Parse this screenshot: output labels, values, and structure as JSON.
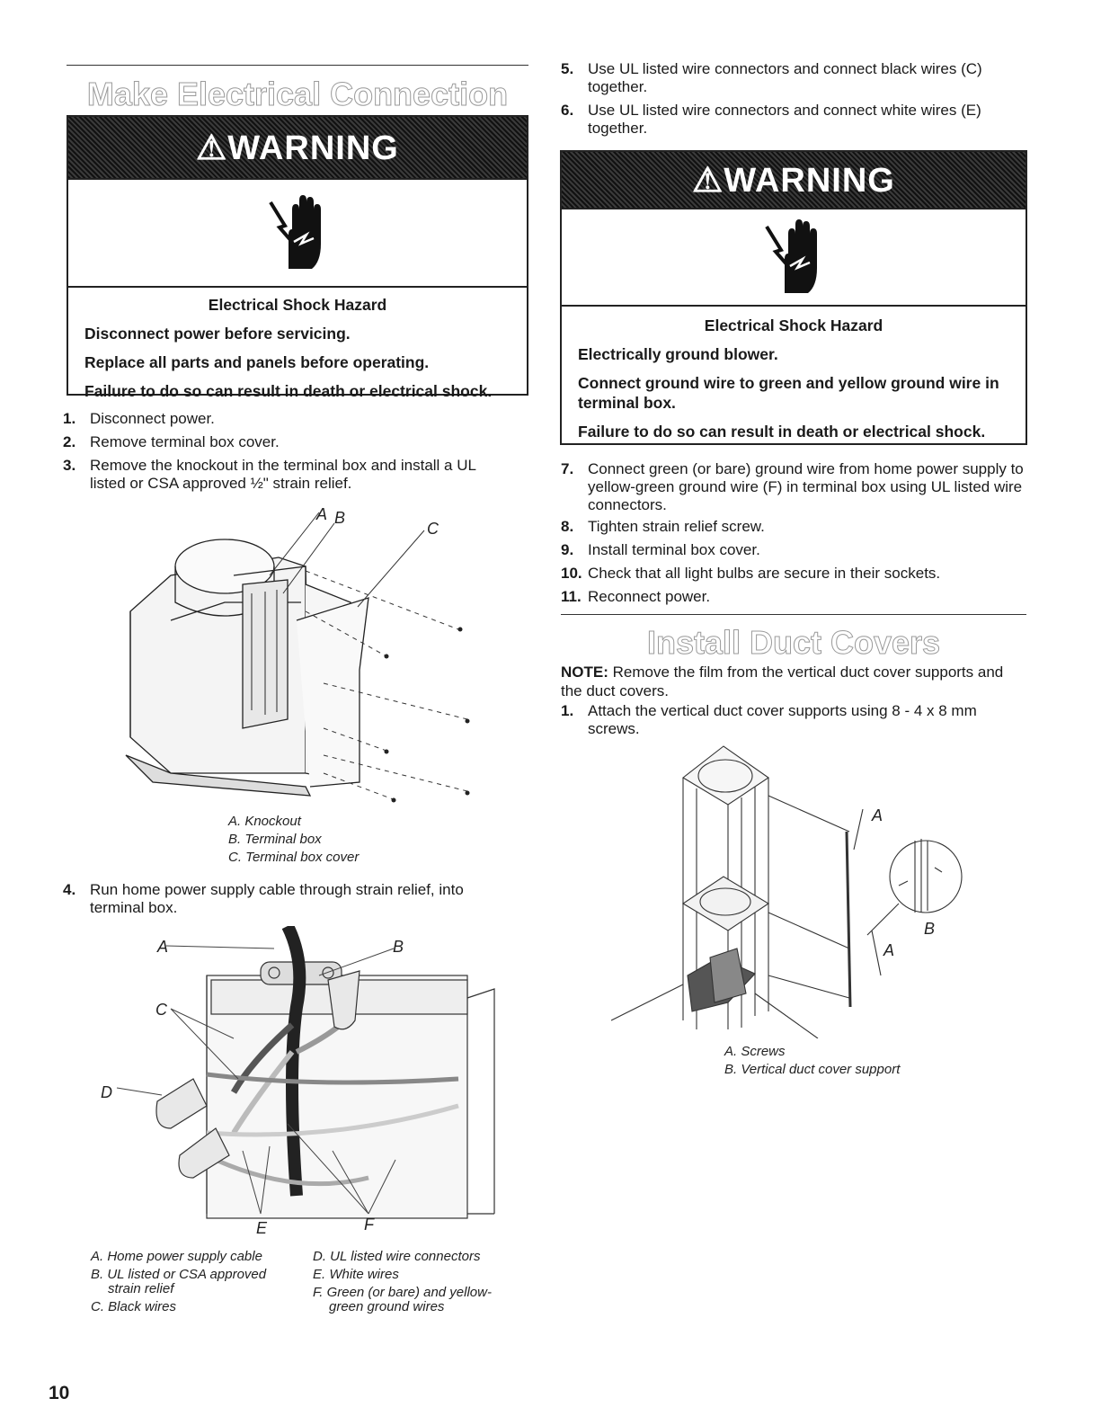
{
  "left": {
    "section_title": "Make Electrical Connection",
    "warning": {
      "banner": "⚠WARNING",
      "hazard": "Electrical Shock Hazard",
      "lines": [
        "Disconnect power before servicing.",
        "Replace all parts and panels before operating.",
        "Failure to do so can result in death or electrical shock."
      ]
    },
    "steps_a": [
      {
        "num": "1.",
        "text": "Disconnect power."
      },
      {
        "num": "2.",
        "text": "Remove terminal box cover."
      },
      {
        "num": "3.",
        "text": "Remove the knockout in the terminal box and install a UL listed or CSA approved ½\" strain relief."
      }
    ],
    "figure1": {
      "callouts": [
        "A",
        "B",
        "C"
      ],
      "captions": [
        "A. Knockout",
        "B. Terminal box",
        "C. Terminal box cover"
      ]
    },
    "step4": {
      "num": "4.",
      "text": "Run home power supply cable through strain relief, into terminal box."
    },
    "figure2": {
      "callouts": [
        "A",
        "B",
        "C",
        "D",
        "E",
        "F"
      ],
      "captions_left": [
        "A. Home power supply cable",
        "B. UL listed or CSA approved",
        "strain relief",
        "C. Black wires"
      ],
      "captions_right": [
        "D. UL listed wire connectors",
        "E. White wires",
        "F. Green (or bare) and yellow-",
        "green ground wires"
      ]
    },
    "page_number": "10"
  },
  "right": {
    "steps_a": [
      {
        "num": "5.",
        "text": "Use UL listed wire connectors and connect black wires (C) together."
      },
      {
        "num": "6.",
        "text": "Use UL listed wire connectors and connect white wires (E) together."
      }
    ],
    "warning": {
      "banner": "⚠WARNING",
      "hazard": "Electrical Shock Hazard",
      "lines": [
        "Electrically ground blower.",
        "Connect ground wire to green and yellow ground wire in terminal box.",
        "Failure to do so can result in death or electrical shock."
      ]
    },
    "steps_b": [
      {
        "num": "7.",
        "text": "Connect green (or bare) ground wire from home power supply to yellow-green ground wire (F) in terminal box using UL listed wire connectors."
      },
      {
        "num": "8.",
        "text": "Tighten strain relief screw."
      },
      {
        "num": "9.",
        "text": "Install terminal box cover."
      },
      {
        "num": "10.",
        "text": "Check that all light bulbs are secure in their sockets."
      },
      {
        "num": "11.",
        "text": "Reconnect power."
      }
    ],
    "section_title": "Install Duct Covers",
    "note_label": "NOTE:",
    "note_text": " Remove the film from the vertical duct cover supports and the duct covers.",
    "step1": {
      "num": "1.",
      "text": "Attach the vertical duct cover supports using 8 - 4 x 8 mm screws."
    },
    "figure3": {
      "callouts": [
        "A",
        "B",
        "A"
      ],
      "captions": [
        "A. Screws",
        "B. Vertical duct cover support"
      ]
    }
  },
  "colors": {
    "banner": "#1a1a1a",
    "rule": "#333333",
    "title_stroke": "#9a9a9a"
  },
  "icons": [
    "warning-triangle-icon",
    "electrical-shock-hand-icon"
  ]
}
